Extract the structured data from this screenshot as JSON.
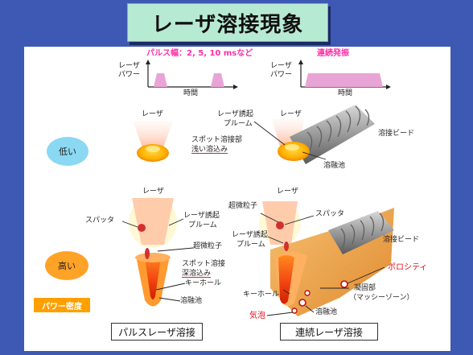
{
  "title": "レーザ溶接現象",
  "pulse": {
    "heading": "パルス幅：2, 5, 10 msなど",
    "y_label_1": "レーザ",
    "y_label_2": "パワー",
    "x_label": "時間"
  },
  "cw": {
    "heading": "連続発振",
    "y_label_1": "レーザ",
    "y_label_2": "パワー",
    "x_label": "時間"
  },
  "levels": {
    "low": "低い",
    "high": "高い",
    "density": "パワー密度"
  },
  "low_pulse": {
    "laser": "レーザ",
    "spot_1": "スポット溶接部",
    "spot_2": "浅い溶込み"
  },
  "low_cw": {
    "laser": "レーザ",
    "plume_1": "レーザ誘起",
    "plume_2": "プルーム",
    "bead": "溶接ビード",
    "pool": "溶融池"
  },
  "high_pulse": {
    "laser": "レーザ",
    "spatter": "スパッタ",
    "plume_1": "レーザ誘起",
    "plume_2": "プルーム",
    "fine": "超微粒子",
    "spot_1": "スポット溶接",
    "spot_2": "深溶込み",
    "keyhole": "キーホール",
    "pool": "溶融池"
  },
  "high_cw": {
    "fine": "超微粒子",
    "laser": "レーザ",
    "spatter": "スパッタ",
    "plume_1": "レーザ誘起",
    "plume_2": "プルーム",
    "bead": "溶接ビード",
    "porosity": "ポロシティ",
    "solid_1": "凝固部",
    "solid_2": "（マッシーゾーン）",
    "keyhole": "キーホール",
    "pool": "溶融池",
    "bubble": "気泡"
  },
  "captions": {
    "pulse": "パルスレーザ溶接",
    "cw": "連続レーザ溶接"
  },
  "colors": {
    "background": "#3d59b4",
    "title_box": "#b7ead3",
    "pulse_fill": "#e9a4d6",
    "accent_red": "#e0101a"
  }
}
